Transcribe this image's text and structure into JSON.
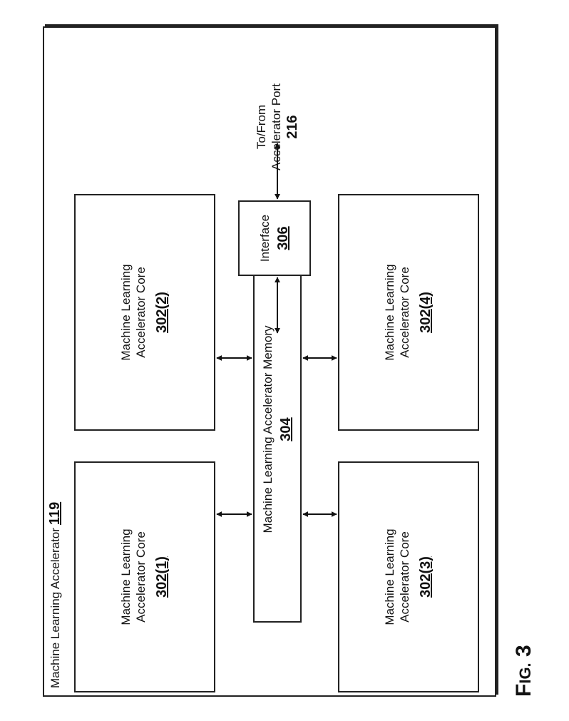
{
  "diagram": {
    "outer": {
      "title": "Machine Learning Accelerator",
      "number": "119"
    },
    "cores": [
      {
        "line1": "Machine Learning",
        "line2": "Accelerator Core",
        "ref": "302(1)"
      },
      {
        "line1": "Machine Learning",
        "line2": "Accelerator Core",
        "ref": "302(2)"
      },
      {
        "line1": "Machine Learning",
        "line2": "Accelerator Core",
        "ref": "302(3)"
      },
      {
        "line1": "Machine Learning",
        "line2": "Accelerator Core",
        "ref": "302(4)"
      }
    ],
    "memory": {
      "label": "Machine Learning Accelerator Memory",
      "ref": "304"
    },
    "interface": {
      "label": "Interface",
      "ref": "306"
    },
    "port": {
      "line1": "To/From",
      "line2": "Accelerator Port",
      "number": "216"
    },
    "figure": {
      "prefix": "F",
      "small": "IG.",
      "number": "3"
    },
    "connections": [
      {
        "from": "core-302-1",
        "to": "memory-304"
      },
      {
        "from": "core-302-2",
        "to": "memory-304"
      },
      {
        "from": "core-302-3",
        "to": "memory-304"
      },
      {
        "from": "core-302-4",
        "to": "memory-304"
      },
      {
        "from": "memory-304",
        "to": "interface-306"
      },
      {
        "from": "interface-306",
        "to": "accelerator-port-216"
      }
    ]
  }
}
